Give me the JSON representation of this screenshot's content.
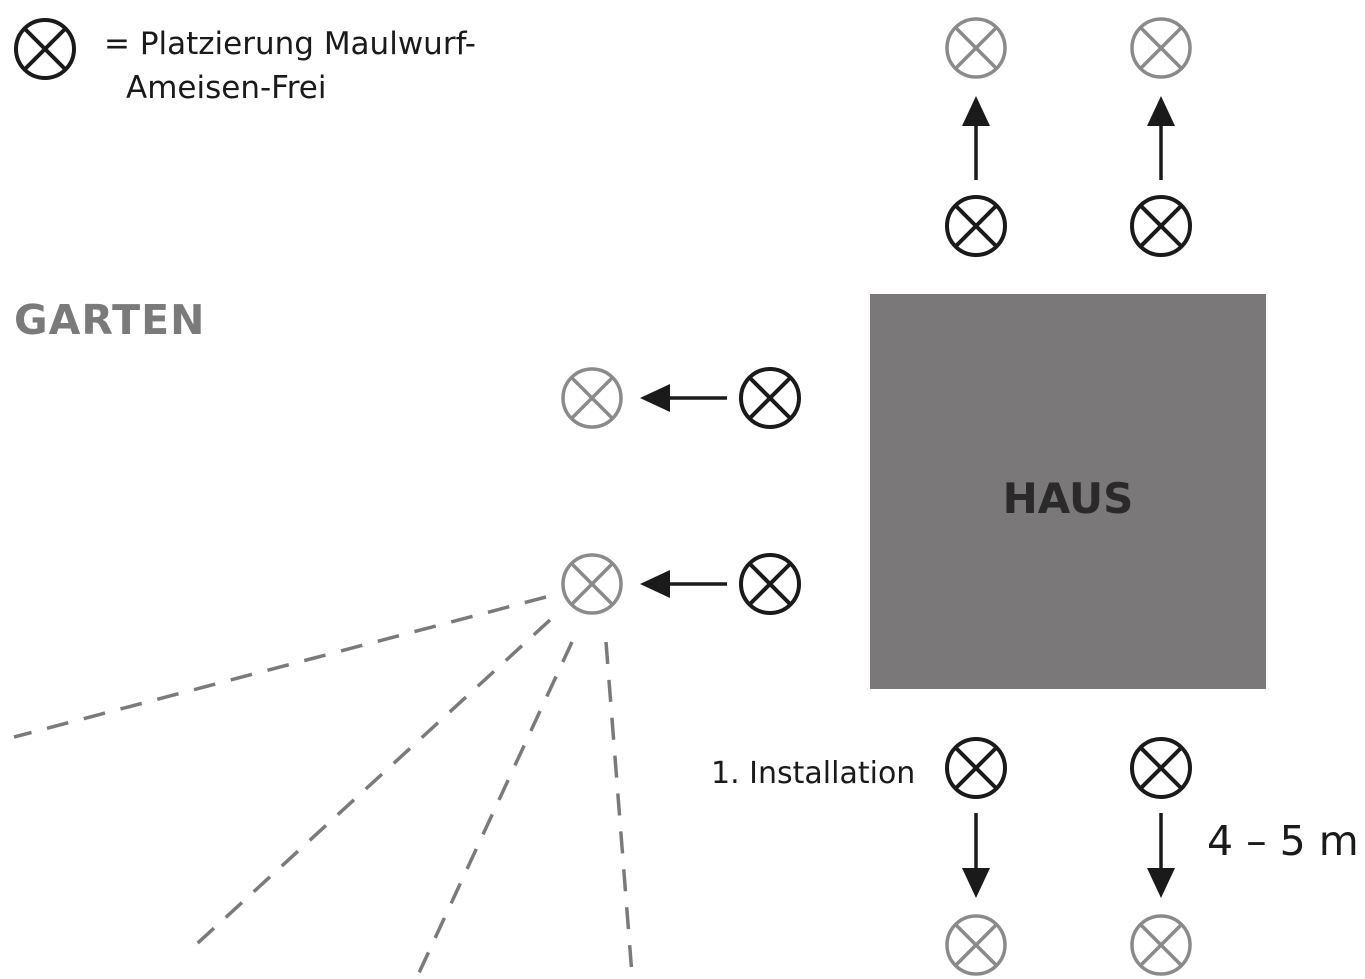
{
  "legend": {
    "symbol": "placement-marker-icon",
    "line1": "= Platzierung Maulwurf-",
    "line2": "Ameisen-Frei"
  },
  "garden_label": "GARTEN",
  "house_label": "HAUS",
  "install_label": "1. Installation",
  "distance_label": "4 – 5 m",
  "colors": {
    "marker_dark": "#1a1a1a",
    "marker_light": "#8a8a8a",
    "house_fill": "#7a7879",
    "garden_text": "#7a7a7a",
    "dashed_line": "#7a7a7a"
  }
}
